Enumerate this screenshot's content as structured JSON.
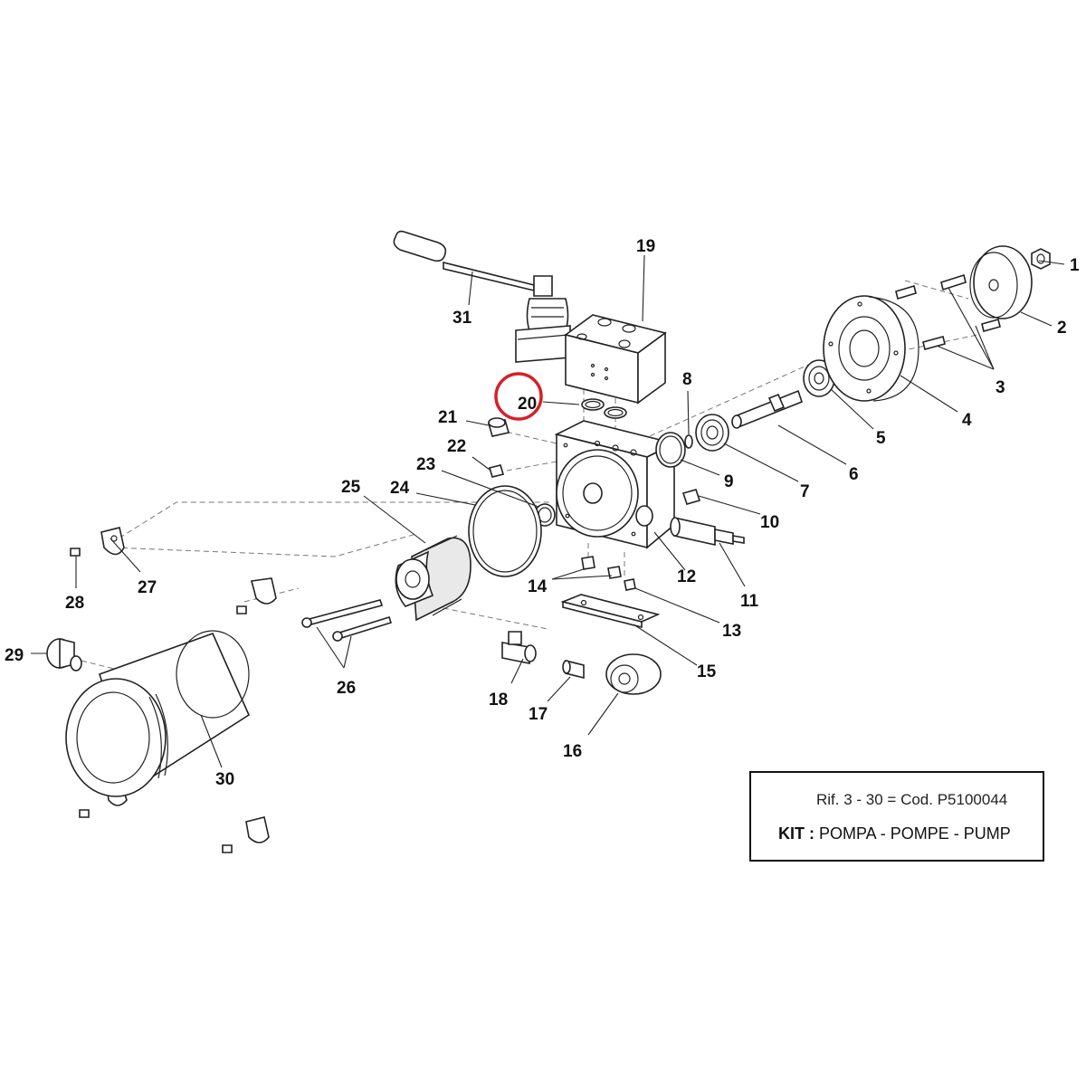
{
  "callouts": [
    "1",
    "2",
    "3",
    "4",
    "5",
    "6",
    "7",
    "8",
    "9",
    "10",
    "11",
    "12",
    "13",
    "14",
    "15",
    "16",
    "17",
    "18",
    "19",
    "20",
    "21",
    "22",
    "23",
    "24",
    "25",
    "26",
    "27",
    "28",
    "29",
    "30",
    "31"
  ],
  "highlight": {
    "color": "#d62027",
    "target_label": "20"
  },
  "info_box": {
    "ref_prefix": "Rif. 3 - 30 = Cod.",
    "ref_code": "P5100044",
    "kit_label": "KIT :",
    "kit_text": "POMPA - POMPE - PUMP"
  }
}
